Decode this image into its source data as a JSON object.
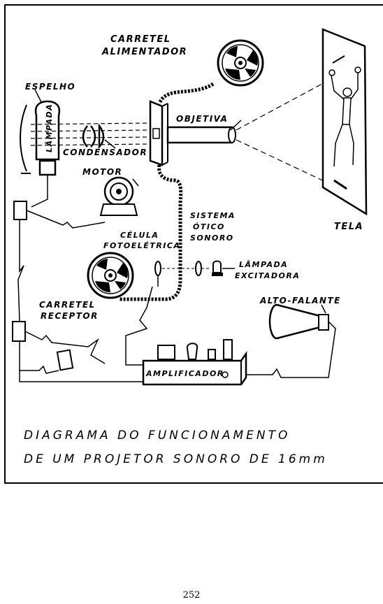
{
  "diagram": {
    "labels": {
      "supply_reel": [
        "CARRETEL",
        "ALIMENTADOR"
      ],
      "mirror": "ESPELHO",
      "lamp": "LÂMPADA",
      "lens": "OBJETIVA",
      "condenser": "CONDENSADOR",
      "motor": "MOTOR",
      "screen": "TELA",
      "optical_system": [
        "SISTEMA",
        "ÓTICO",
        "SONORO"
      ],
      "photocell": [
        "CÉLULA",
        "FOTOELÉTRICA"
      ],
      "exciter_lamp": [
        "LÂMPADA",
        "EXCITADORA"
      ],
      "take_up_reel": [
        "CARRETEL",
        "RECEPTOR"
      ],
      "loudspeaker": "ALTO-FALANTE",
      "amplifier": "AMPLIFICADOR"
    },
    "caption": [
      "DIAGRAMA DO FUNCIONAMENTO",
      "DE UM PROJETOR SONORO DE 16mm"
    ]
  },
  "page_number": "252"
}
